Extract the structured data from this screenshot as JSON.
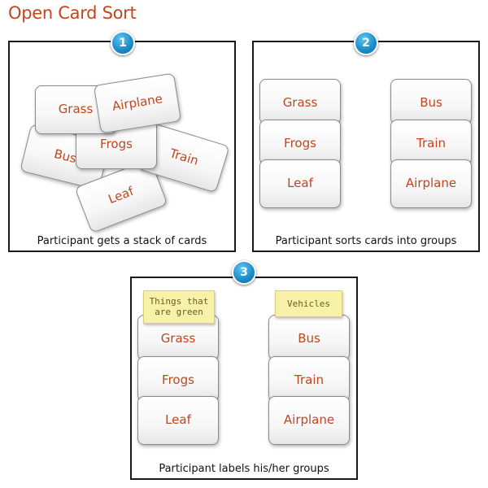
{
  "title": "Open Card Sort",
  "steps": [
    {
      "number": "1",
      "caption": "Participant gets a stack of cards",
      "cards": [
        "Grass",
        "Airplane",
        "Bus",
        "Frogs",
        "Train",
        "Leaf"
      ]
    },
    {
      "number": "2",
      "caption": "Participant sorts cards into groups",
      "groups": [
        {
          "cards": [
            "Grass",
            "Frogs",
            "Leaf"
          ]
        },
        {
          "cards": [
            "Bus",
            "Train",
            "Airplane"
          ]
        }
      ]
    },
    {
      "number": "3",
      "caption": "Participant labels his/her groups",
      "groups": [
        {
          "label_line1": "Things that",
          "label_line2": "are green",
          "cards": [
            "Grass",
            "Frogs",
            "Leaf"
          ]
        },
        {
          "label_line1": "Vehicles",
          "label_line2": "",
          "cards": [
            "Bus",
            "Train",
            "Airplane"
          ]
        }
      ]
    }
  ],
  "colors": {
    "accent": "#c0461e",
    "badge": "#1f8fcb",
    "note": "#f7f2a8"
  }
}
